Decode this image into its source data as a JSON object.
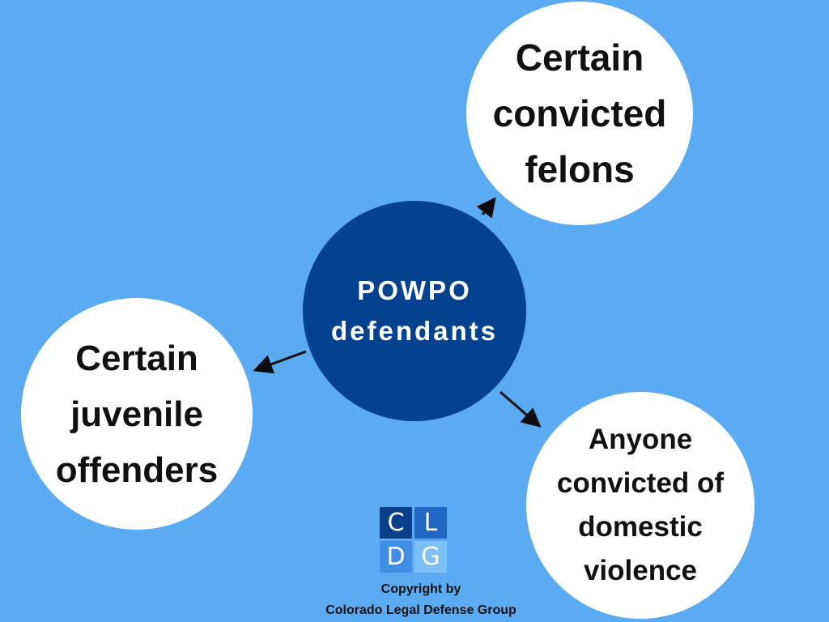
{
  "diagram": {
    "center": {
      "lines": [
        "POWPO",
        "defendants"
      ]
    },
    "nodes": {
      "top": {
        "lines": [
          "Certain",
          "convicted",
          "felons"
        ]
      },
      "left": {
        "lines": [
          "Certain",
          "juvenile",
          "offenders"
        ]
      },
      "bottom_right": {
        "lines": [
          "Anyone",
          "convicted of",
          "domestic",
          "violence"
        ]
      }
    }
  },
  "logo": {
    "letters": [
      "C",
      "L",
      "D",
      "G"
    ]
  },
  "copyright": {
    "line1": "Copyright by",
    "line2": "Colorado Legal Defense Group"
  },
  "colors": {
    "background": "#5aabf2",
    "center_fill": "#04418f",
    "node_fill": "#ffffff",
    "arrow": "#0d0d0d"
  }
}
